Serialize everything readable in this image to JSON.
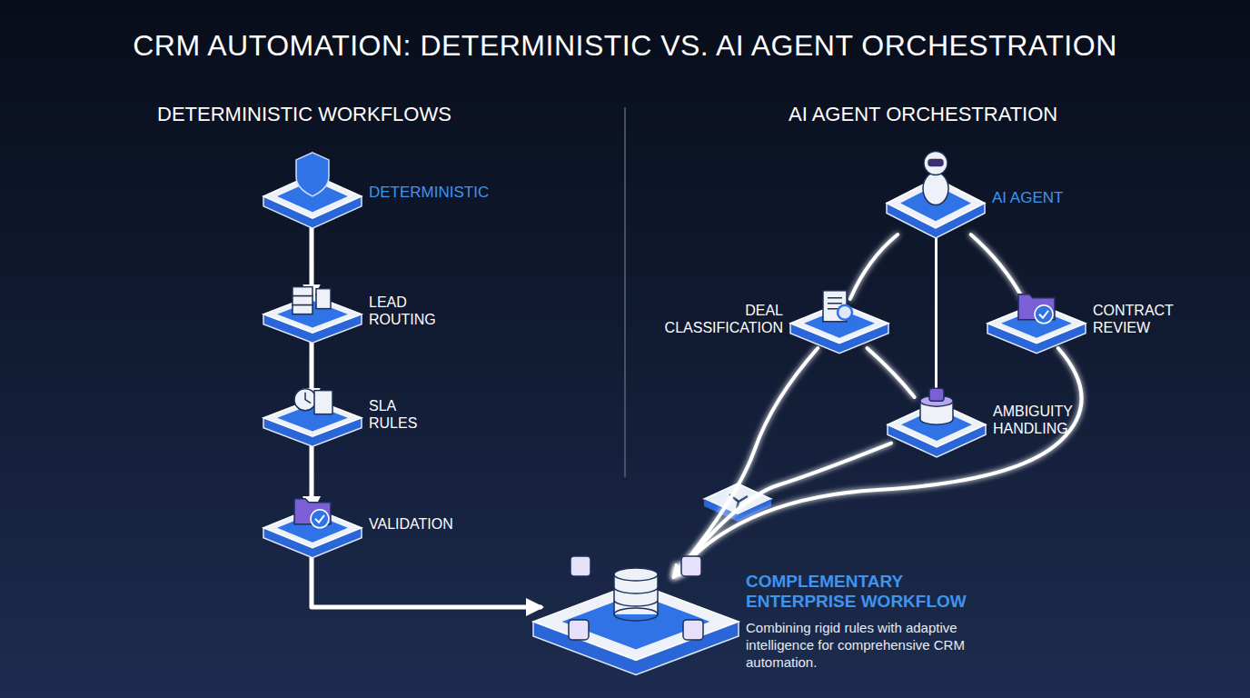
{
  "diagram": {
    "title": "CRM AUTOMATION: DETERMINISTIC VS. AI AGENT ORCHESTRATION",
    "nodes": [
      {
        "text": [
          "DETERMINISTIC"
        ]
      },
      {
        "text": [
          "LEAD ROUTING"
        ]
      },
      {
        "text": [
          "SLA RULES"
        ]
      },
      {
        "text": [
          "VALIDATION"
        ]
      },
      {
        "text": [
          "AI AGENT"
        ]
      },
      {
        "text": [
          "DEAL CLASSIFICATION"
        ]
      },
      {
        "text": [
          "CONTRACT REVIEW"
        ]
      },
      {
        "text": [
          "AMBIGUITY HANDLING"
        ]
      },
      {
        "text": [
          "COMPLEMENTARY ENTERPRISE WORKFLOW",
          "Combining rigid rules with adaptive intelligence for comprehensive CRM automation."
        ]
      }
    ],
    "edges": [
      {
        "from": 0,
        "to": 1,
        "arrow": "to"
      },
      {
        "from": 1,
        "to": 2,
        "arrow": "to"
      },
      {
        "from": 2,
        "to": 3,
        "arrow": "to"
      },
      {
        "from": 3,
        "to": 8,
        "arrow": "to"
      },
      {
        "from": 4,
        "to": 5,
        "arrow": "none"
      },
      {
        "from": 4,
        "to": 6,
        "arrow": "none"
      },
      {
        "from": 4,
        "to": 7,
        "arrow": "none"
      },
      {
        "from": 5,
        "to": 7,
        "arrow": "none"
      },
      {
        "from": 5,
        "to": 8,
        "arrow": "to"
      },
      {
        "from": 7,
        "to": 8,
        "arrow": "to"
      },
      {
        "from": 6,
        "to": 8,
        "arrow": "to"
      }
    ],
    "labels": [
      "DETERMINISTIC WORKFLOWS",
      "AI AGENT ORCHESTRATION"
    ]
  }
}
